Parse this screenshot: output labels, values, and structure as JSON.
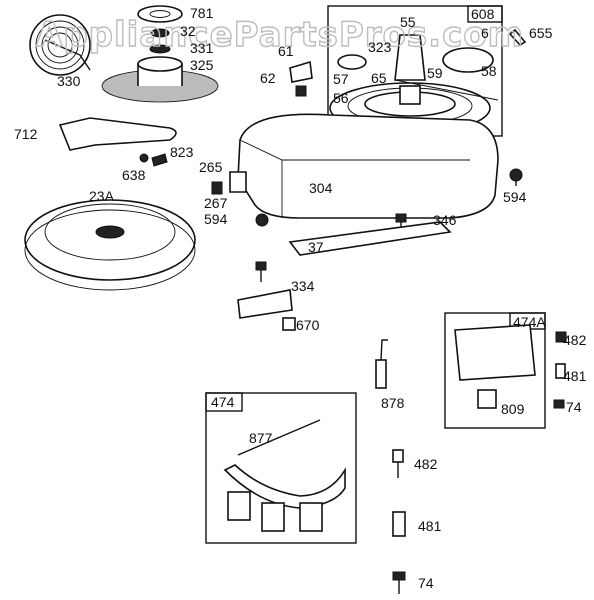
{
  "watermark": "AppliancePartsPros.com",
  "labels": {
    "p781": "781",
    "p32": "32",
    "p331": "331",
    "p325": "325",
    "p330": "330",
    "p608": "608",
    "p55": "55",
    "p6": "6",
    "p655": "655",
    "p323": "323",
    "p61": "61",
    "p62": "62",
    "p57": "57",
    "p65": "65",
    "p59": "59",
    "p58": "58",
    "p56": "56",
    "p712": "712",
    "p823": "823",
    "p638": "638",
    "p265": "265",
    "p304": "304",
    "p594a": "594",
    "p267": "267",
    "p594b": "594",
    "p346": "346",
    "p23A": "23A",
    "p37": "37",
    "p334": "334",
    "p670": "670",
    "p474A": "474A",
    "p482a": "482",
    "p481a": "481",
    "p878": "878",
    "p809": "809",
    "p74a": "74",
    "p474": "474",
    "p877": "877",
    "p482b": "482",
    "p481b": "481",
    "p74b": "74"
  }
}
